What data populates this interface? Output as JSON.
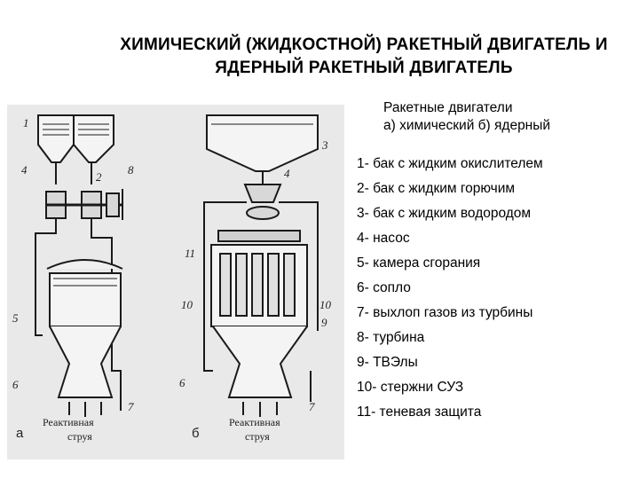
{
  "title": {
    "line1": "ХИМИЧЕСКИЙ (ЖИДКОСТНОЙ) РАКЕТНЫЙ ДВИГАТЕЛЬ И",
    "line2": "ЯДЕРНЫЙ РАКЕТНЫЙ ДВИГАТЕЛЬ"
  },
  "caption": {
    "line1": "Ракетные двигатели",
    "line2": "а) химический б) ядерный"
  },
  "legend": [
    "1- бак с жидким окислителем",
    "2- бак с жидким горючим",
    "3- бак с жидким водородом",
    "4- насос",
    "5- камера сгорания",
    "6- сопло",
    "7- выхлоп газов из турбины",
    "8- турбина",
    "9- ТВЭлы",
    "10- стержни СУЗ",
    "11- теневая защита"
  ],
  "figure": {
    "callouts_a": [
      "1",
      "2",
      "4",
      "8",
      "5",
      "6",
      "7"
    ],
    "callouts_b": [
      "3",
      "4",
      "11",
      "10",
      "10",
      "9",
      "6",
      "7"
    ],
    "jet_a": [
      "Реактивная",
      "струя"
    ],
    "jet_b": [
      "Реактивная",
      "струя"
    ],
    "sub_a": "а",
    "sub_b": "б"
  },
  "colors": {
    "background": "#ffffff",
    "figure_background": "#e9e9e9",
    "ink": "#1a1a1a"
  }
}
